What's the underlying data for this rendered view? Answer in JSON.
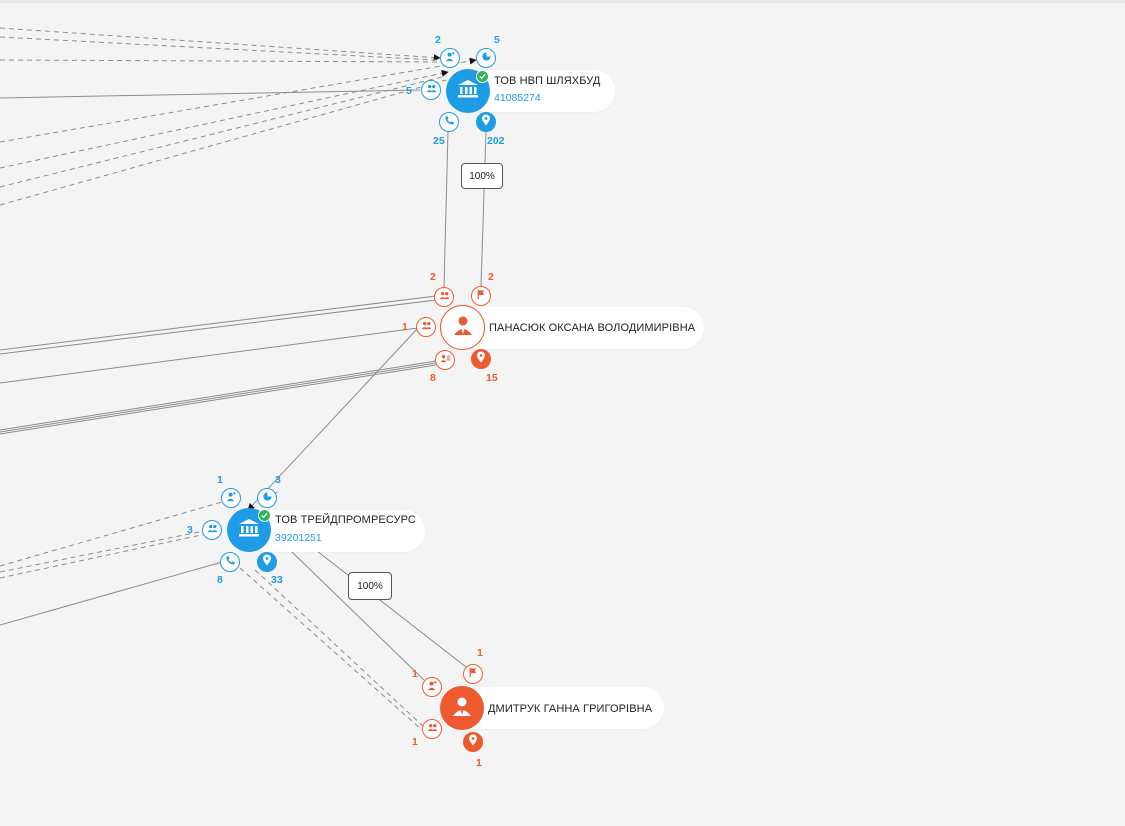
{
  "colors": {
    "company": "#1e9ce5",
    "person": "#ee5a2f",
    "verified": "#2fb45a",
    "edge": "#8a8a8a"
  },
  "nodes": {
    "shlyakhbud": {
      "name": "ТОВ НВП ШЛЯХБУД",
      "code": "41085274",
      "icon": "bank-icon",
      "counts": {
        "founders": "2",
        "share": "5",
        "related": "5",
        "phones": "25",
        "addresses": "202"
      }
    },
    "panasiuk": {
      "name": "ПАНАСЮК ОКСАНА ВОЛОДИМИРІВНА",
      "icon": "person-icon",
      "counts": {
        "related_top": "2",
        "flags": "2",
        "related_left": "1",
        "positions": "8",
        "addresses": "15"
      }
    },
    "treidprom": {
      "name": "ТОВ ТРЕЙДПРОМРЕСУРС",
      "code": "39201251",
      "icon": "bank-icon",
      "counts": {
        "founders": "1",
        "share": "3",
        "related": "3",
        "phones": "8",
        "addresses": "33"
      }
    },
    "dmytruk": {
      "name": "ДМИТРУК ГАННА ГРИГОРІВНА",
      "icon": "person-icon",
      "counts": {
        "founders": "1",
        "flags": "1",
        "related": "1",
        "addresses": "1"
      }
    }
  },
  "edges": {
    "shlyakhbud_panasiuk_share": "100%",
    "treidprom_dmytruk_share": "100%"
  }
}
